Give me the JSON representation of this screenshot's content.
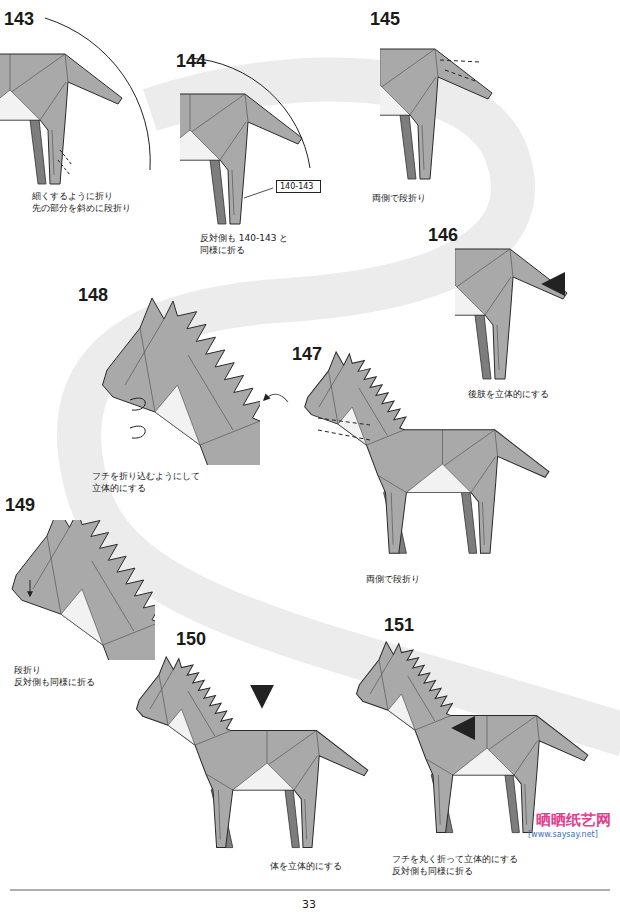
{
  "diagram": {
    "nodes": [
      {
        "text": [
          "140-143"
        ]
      }
    ],
    "labels": [
      "143",
      "細くするように折り 先の部分を斜めに段折り",
      "144",
      "反対側も 140-143 と 同様に折る",
      "145",
      "両側で段折り",
      "146",
      "後肢を立体的にする",
      "148",
      "147",
      "フチを折り込むようにして 立体的にする",
      "両側で段折り",
      "149",
      "段折り 反対側も同様に折る",
      "150",
      "体を立体的にする",
      "151",
      "フチを丸く折って立体的にする 反対側も同様に折る",
      "晒晒纸艺网",
      "[www.saysay.net]",
      "33"
    ]
  }
}
